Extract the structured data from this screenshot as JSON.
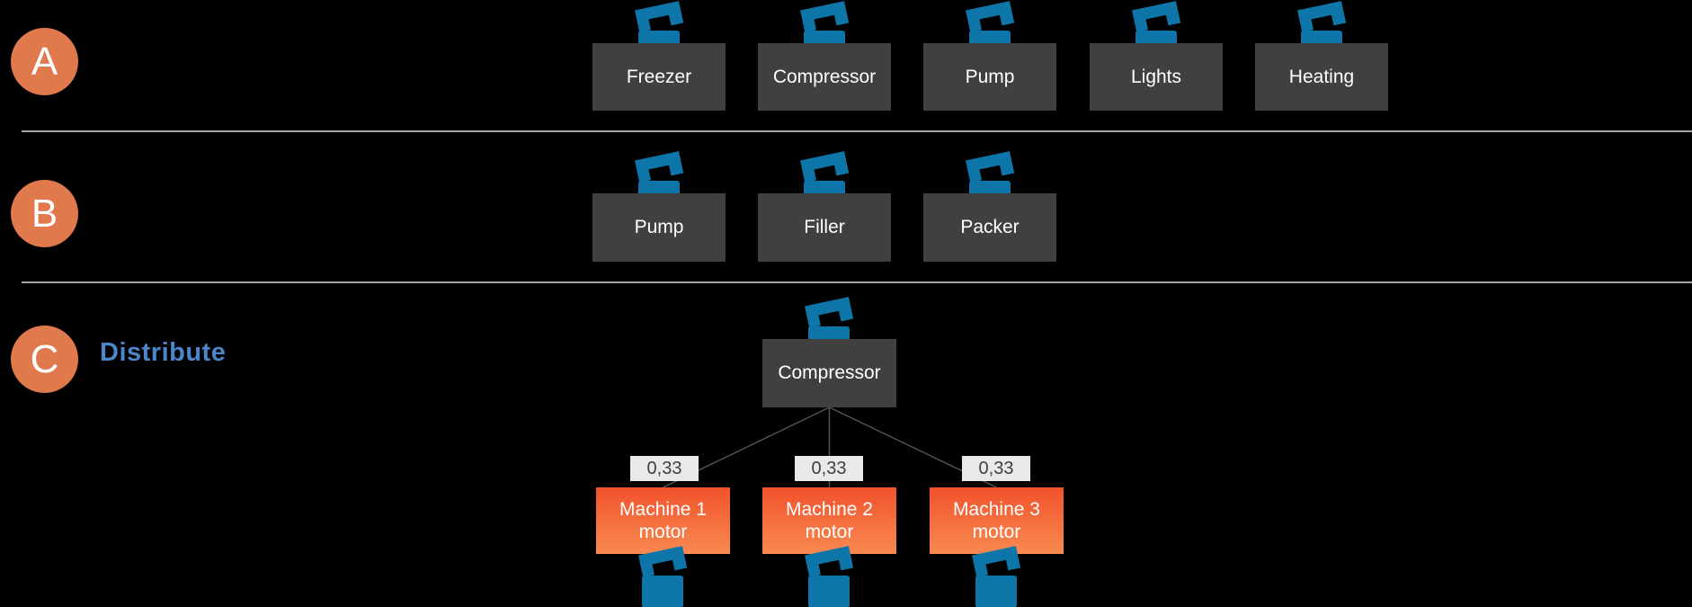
{
  "colors": {
    "background": "#000000",
    "box": "#404040",
    "icon_blue": "#0E75A8",
    "circle_orange": "#E07A4C",
    "distribute_blue": "#4C86C9",
    "divider": "#A6A6A6",
    "line": "#565656",
    "label_bg": "#E9E9E9",
    "label_text": "#3F3F3F",
    "machine_gradient_top": "#F1522C",
    "machine_gradient_bottom": "#F98A50"
  },
  "icons": {
    "node_icon": "power-meter-icon"
  },
  "rowA": {
    "badge": "A",
    "items": [
      {
        "label": "Freezer"
      },
      {
        "label": "Compressor"
      },
      {
        "label": "Pump"
      },
      {
        "label": "Lights"
      },
      {
        "label": "Heating"
      }
    ]
  },
  "rowB": {
    "badge": "B",
    "items": [
      {
        "label": "Pump"
      },
      {
        "label": "Filler"
      },
      {
        "label": "Packer"
      }
    ]
  },
  "rowC": {
    "badge": "C",
    "title": "Distribute",
    "source": {
      "label": "Compressor"
    },
    "edges": [
      {
        "weight": "0,33"
      },
      {
        "weight": "0,33"
      },
      {
        "weight": "0,33"
      }
    ],
    "machines": [
      {
        "line1": "Machine 1",
        "line2": "motor"
      },
      {
        "line1": "Machine 2",
        "line2": "motor"
      },
      {
        "line1": "Machine 3",
        "line2": "motor"
      }
    ]
  }
}
